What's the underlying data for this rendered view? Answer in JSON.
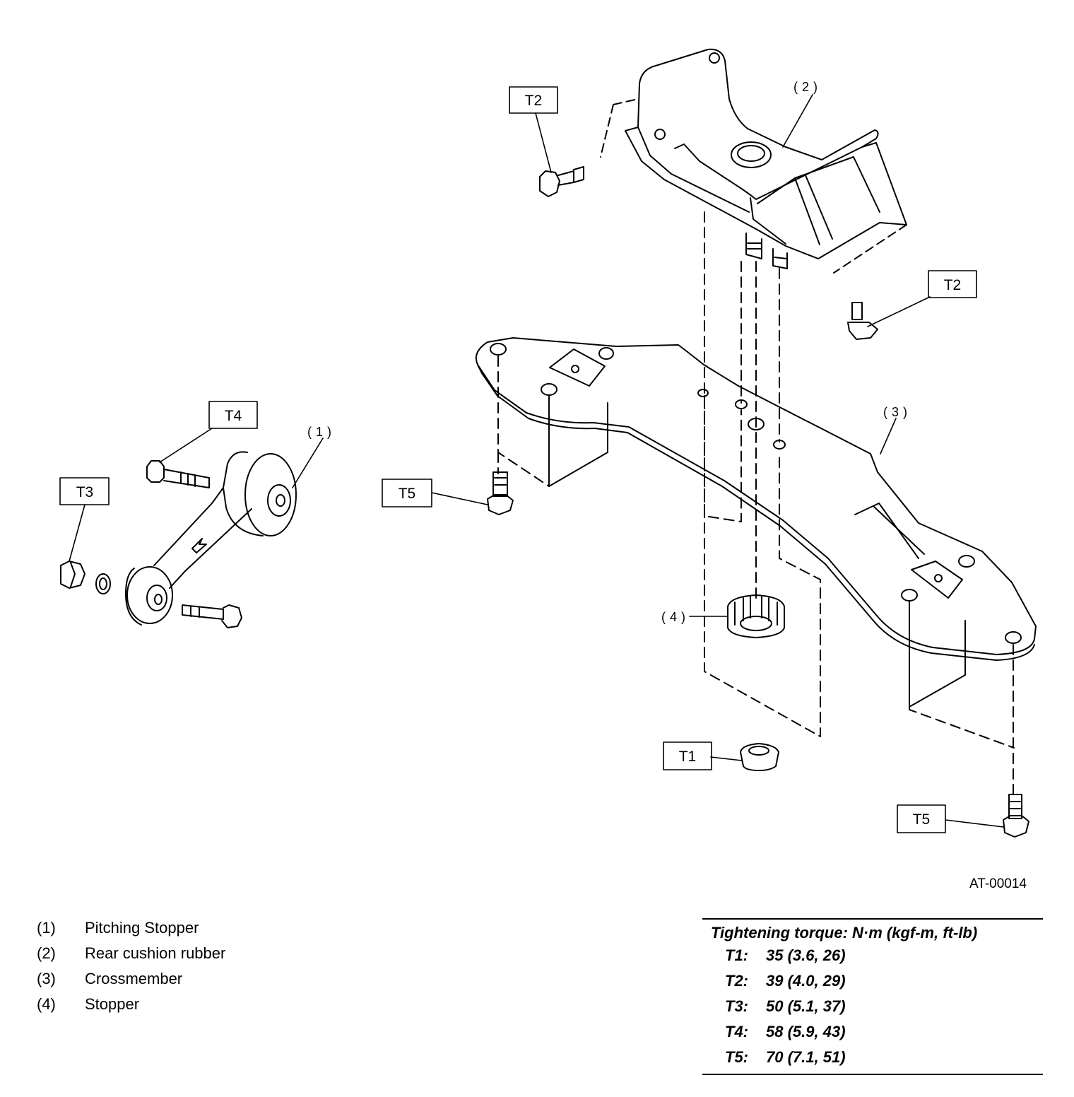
{
  "figure_id": "AT-00014",
  "diagram": {
    "callouts": {
      "t1": "T1",
      "t2_left": "T2",
      "t2_right": "T2",
      "t3": "T3",
      "t4": "T4",
      "t5_left": "T5",
      "t5_right": "T5"
    },
    "part_numbers": {
      "p1": "(1)",
      "p2": "(2)",
      "p3": "(3)",
      "p4": "(4)"
    }
  },
  "legend": [
    {
      "num": "(1)",
      "name": "Pitching Stopper"
    },
    {
      "num": "(2)",
      "name": "Rear cushion rubber"
    },
    {
      "num": "(3)",
      "name": "Crossmember"
    },
    {
      "num": "(4)",
      "name": "Stopper"
    }
  ],
  "torque": {
    "title": "Tightening torque: N·m (kgf-m, ft-lb)",
    "rows": [
      {
        "key": "T1:",
        "value": "35 (3.6, 26)"
      },
      {
        "key": "T2:",
        "value": "39 (4.0, 29)"
      },
      {
        "key": "T3:",
        "value": "50 (5.1, 37)"
      },
      {
        "key": "T4:",
        "value": "58 (5.9, 43)"
      },
      {
        "key": "T5:",
        "value": "70 (7.1, 51)"
      }
    ]
  }
}
